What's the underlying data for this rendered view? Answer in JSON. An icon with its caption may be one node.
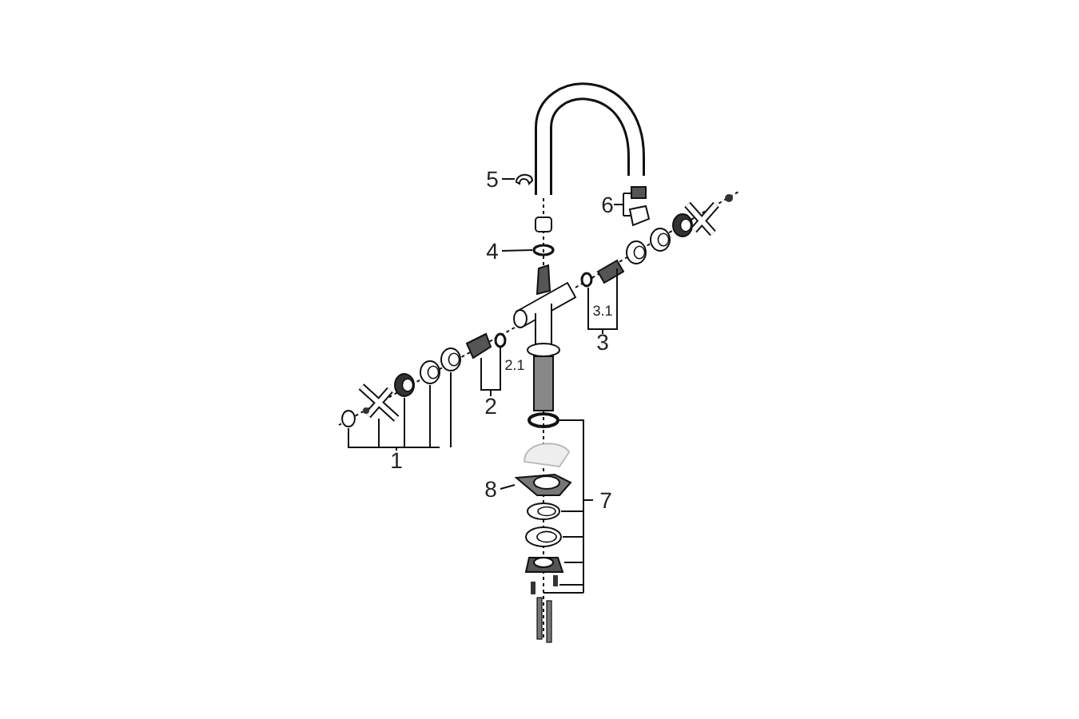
{
  "diagram": {
    "nodes": [
      {
        "text": [
          "5"
        ]
      },
      {
        "text": [],
        "shape": "picture"
      },
      {
        "text": [
          "4"
        ]
      },
      {
        "text": [],
        "shape": "circle"
      },
      {
        "text": [
          "8"
        ]
      },
      {
        "text": [],
        "shape": "picture"
      }
    ],
    "edges": [
      {
        "from": 0,
        "to": 1,
        "arrow": "none"
      },
      {
        "from": 2,
        "to": 3,
        "arrow": "none"
      },
      {
        "from": 4,
        "to": 5,
        "arrow": "none"
      }
    ],
    "labels": [
      "6",
      "3.1",
      "3",
      "2.1",
      "2",
      "1",
      "7"
    ]
  }
}
